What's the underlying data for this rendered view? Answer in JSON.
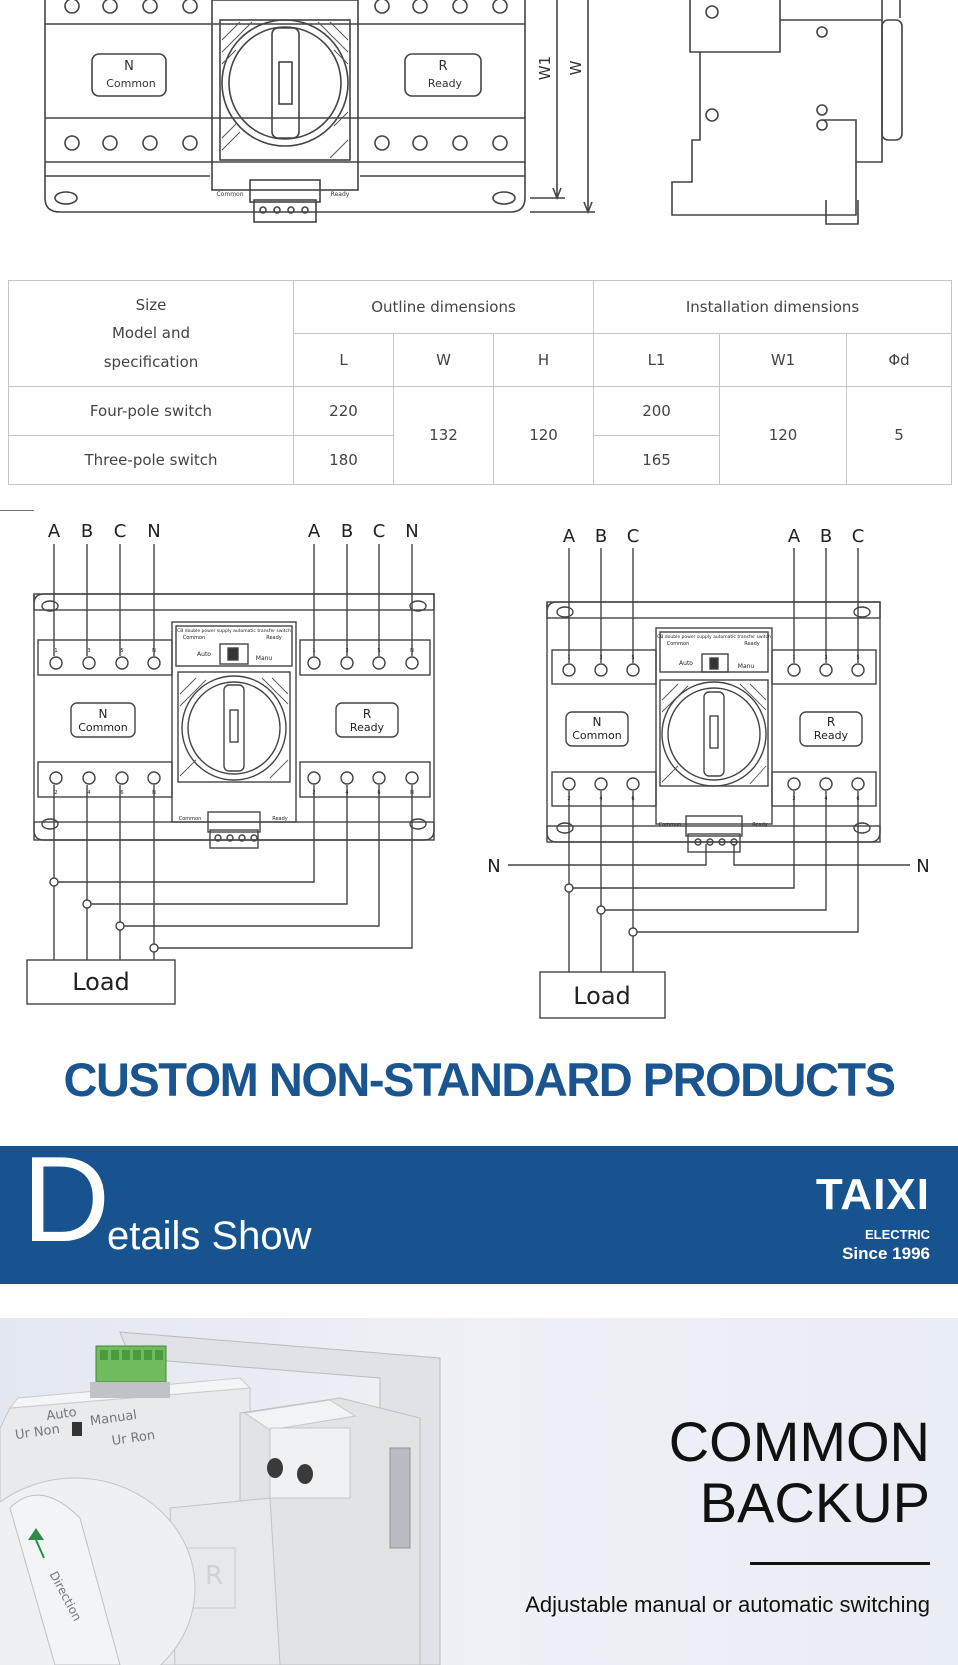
{
  "top_drawing": {
    "left_label_n": "N",
    "left_label_n_sub": "Common",
    "right_label_r": "R",
    "right_label_r_sub": "Ready",
    "dim_w1": "W1",
    "dim_w": "W",
    "small_common": "Common",
    "small_ready": "Ready"
  },
  "dimension_table": {
    "size_header_lines": [
      "Size",
      "Model and",
      "specification"
    ],
    "outline_header": "Outline dimensions",
    "installation_header": "Installation dimensions",
    "columns": [
      "L",
      "W",
      "H",
      "L1",
      "W1",
      "Φd"
    ],
    "rows": [
      {
        "model": "Four-pole switch",
        "L": "220",
        "L1": "200"
      },
      {
        "model": "Three-pole switch",
        "L": "180",
        "L1": "165"
      }
    ],
    "shared": {
      "W": "132",
      "H": "120",
      "W1": "120",
      "d": "5"
    }
  },
  "wiring_left": {
    "phases_top": [
      "A",
      "B",
      "C",
      "N",
      "A",
      "B",
      "C",
      "N"
    ],
    "n_label": "N",
    "n_sub": "Common",
    "r_label": "R",
    "r_sub": "Ready",
    "panel_text": "CB double power supply automatic transfer switch",
    "panel_common": "Common",
    "panel_ready": "Ready",
    "panel_auto": "Auto",
    "panel_manu": "Manu",
    "term_top": [
      "1",
      "3",
      "5",
      "N",
      "1",
      "3",
      "5",
      "N"
    ],
    "term_bot": [
      "2",
      "4",
      "6",
      "N",
      "2",
      "4",
      "6",
      "N"
    ],
    "load": "Load"
  },
  "wiring_right": {
    "phases_top": [
      "A",
      "B",
      "C",
      "A",
      "B",
      "C"
    ],
    "n_left": "N",
    "n_right": "N",
    "n_label": "N",
    "n_sub": "Common",
    "r_label": "R",
    "r_sub": "Ready",
    "panel_text": "CB double power supply automatic transfer switch",
    "panel_common": "Common",
    "panel_ready": "Ready",
    "panel_auto": "Auto",
    "panel_manu": "Manu",
    "term_top": [
      "1",
      "3",
      "5",
      "1",
      "3",
      "5"
    ],
    "term_bot": [
      "2",
      "4",
      "6",
      "2",
      "4",
      "6"
    ],
    "load": "Load"
  },
  "custom_heading": "CUSTOM NON-STANDARD PRODUCTS",
  "banner": {
    "big_letter": "D",
    "rest": "etails Show",
    "brand": "TAIXI",
    "brand_sub": "ELECTRIC",
    "since": "Since 1996"
  },
  "product": {
    "line1": "COMMON",
    "line2": "BACKUP",
    "subtitle": "Adjustable manual or automatic switching",
    "device_auto": "Auto",
    "device_manual": "Manual",
    "device_ur_non": "Ur Non",
    "device_ur_ron": "Ur Ron",
    "device_direction": "Direction",
    "device_r": "R"
  },
  "colors": {
    "brand_blue": "#16538f",
    "heading_blue": "#1b5590",
    "line": "#444444"
  }
}
